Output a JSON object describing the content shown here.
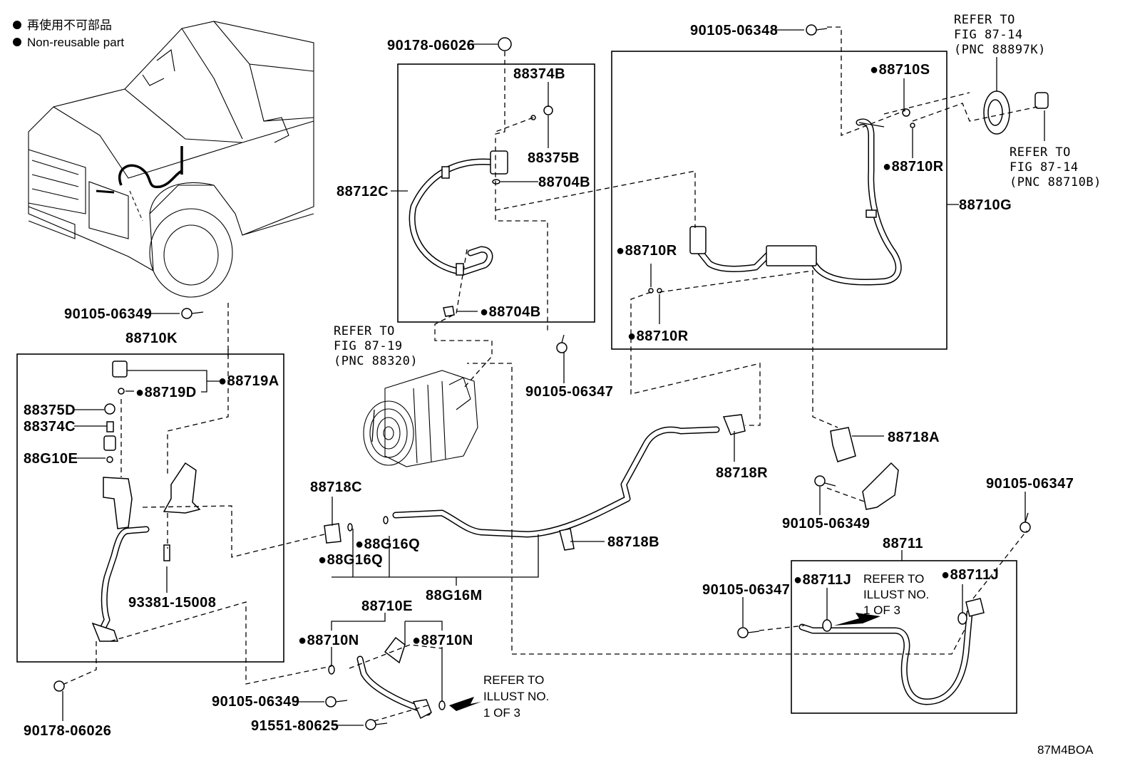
{
  "legend": {
    "symbol": "●",
    "line_jp": "再使用不可部品",
    "line_en": "Non-reusable part"
  },
  "diagram_code": "87M4BOA",
  "parts": {
    "p_90178_06026_top": "90178-06026",
    "p_88374B": "88374B",
    "p_88375B": "88375B",
    "p_88704B_top": "88704B",
    "p_88712C": "88712C",
    "p_88704B_bot": "●88704B",
    "p_90105_06347_mid": "90105-06347",
    "p_90105_06348": "90105-06348",
    "p_88710S": "●88710S",
    "p_88710R_a": "●88710R",
    "p_88710G": "88710G",
    "p_88710R_b": "●88710R",
    "p_88710R_c": "●88710R",
    "p_90105_06349_left": "90105-06349",
    "p_88710K": "88710K",
    "p_88719A": "●88719A",
    "p_88719D": "●88719D",
    "p_88375D": "88375D",
    "p_88374C": "88374C",
    "p_88G10E": "88G10E",
    "p_93381_15008": "93381-15008",
    "p_90178_06026_bot": "90178-06026",
    "p_88718C": "88718C",
    "p_88G16Q_a": "●88G16Q",
    "p_88G16Q_b": "●88G16Q",
    "p_88G16M": "88G16M",
    "p_88718B": "88718B",
    "p_88718R": "88718R",
    "p_88718A": "88718A",
    "p_90105_06349_right": "90105-06349",
    "p_90105_06347_right": "90105-06347",
    "p_88711": "88711",
    "p_90105_06347_low": "90105-06347",
    "p_88711J_a": "●88711J",
    "p_88711J_b": "●88711J",
    "p_88710E": "88710E",
    "p_88710N_a": "●88710N",
    "p_88710N_b": "●88710N",
    "p_90105_06349_bot": "90105-06349",
    "p_91551_80625": "91551-80625"
  },
  "refs": {
    "fig_87_19": [
      "REFER TO",
      "FIG 87-19",
      "(PNC 88320)"
    ],
    "fig_87_14_k": [
      "REFER TO",
      "FIG 87-14",
      "(PNC 88897K)"
    ],
    "fig_87_14_b": [
      "REFER TO",
      "FIG 87-14",
      "(PNC 88710B)"
    ],
    "illust_right": [
      "REFER TO",
      "ILLUST NO.",
      "1 OF 3"
    ],
    "illust_bottom": [
      "REFER TO",
      "ILLUST NO.",
      "1 OF 3"
    ]
  }
}
